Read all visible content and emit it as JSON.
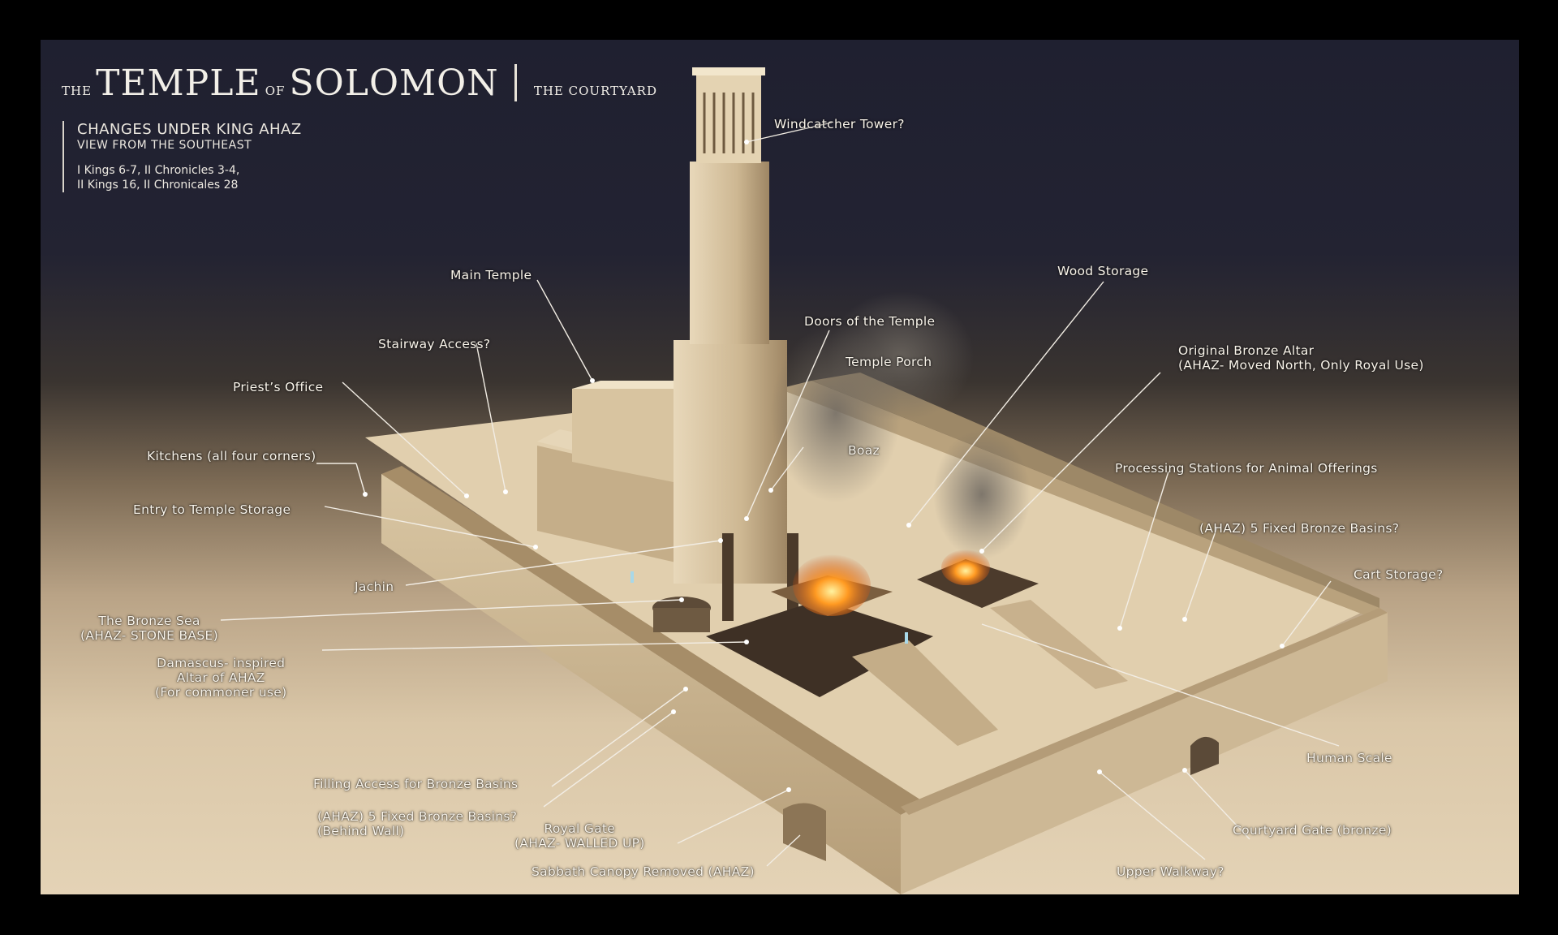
{
  "title": {
    "pre": "THE",
    "word1": "TEMPLE",
    "of": "OF",
    "word2": "SOLOMON",
    "section": "THE COURTYARD"
  },
  "subtitle": {
    "heading": "CHANGES UNDER KING AHAZ",
    "view": "VIEW FROM THE SOUTHEAST",
    "refs_line1": "I Kings 6-7, II Chronicles 3-4,",
    "refs_line2": "II Kings 16, II Chronicales 28"
  },
  "labels": {
    "windcatcher": "Windcatcher Tower?",
    "main_temple": "Main Temple",
    "wood_storage": "Wood Storage",
    "doors": "Doors of the Temple",
    "temple_porch": "Temple Porch",
    "stairway": "Stairway Access?",
    "orig_altar_1": "Original Bronze Altar",
    "orig_altar_2": "(AHAZ- Moved North, Only Royal Use)",
    "priests_office": "Priest’s Office",
    "boaz": "Boaz",
    "kitchens": "Kitchens (all four corners)",
    "processing": "Processing Stations for Animal Offerings",
    "entry_storage": "Entry to Temple Storage",
    "fixed_basins": "(AHAZ)  5 Fixed Bronze Basins?",
    "cart_storage": "Cart Storage?",
    "jachin": "Jachin",
    "bronze_sea_1": "The Bronze Sea",
    "bronze_sea_2": "(AHAZ- STONE BASE)",
    "damascus_1": "Damascus- inspired",
    "damascus_2": "Altar of AHAZ",
    "damascus_3": "(For commoner use)",
    "human_scale": "Human Scale",
    "filling_access": "Filling Access for Bronze Basins",
    "behind_basins_1": "(AHAZ) 5 Fixed Bronze Basins?",
    "behind_basins_2": "(Behind Wall)",
    "royal_gate_1": "Royal Gate",
    "royal_gate_2": "(AHAZ- WALLED UP)",
    "courtyard_gate": "Courtyard Gate (bronze)",
    "sabbath": "Sabbath Canopy Removed (AHAZ)",
    "upper_walkway": "Upper Walkway?"
  },
  "colors": {
    "sky": "#1f2030",
    "stone": "#d4bf9c",
    "label": "#fbf6ec",
    "fire": "#ff7a1a"
  }
}
